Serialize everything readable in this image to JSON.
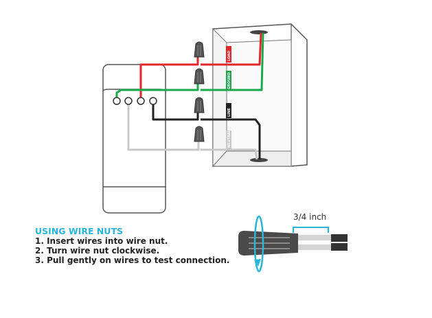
{
  "wire_labels": {
    "load": "LOAD",
    "ground": "GROUND",
    "line": "LINE",
    "neutral": "NEUTRAL"
  },
  "measurement_label": "3/4 inch",
  "instructions": {
    "title": "USING WIRE NUTS",
    "steps": [
      "1. Insert wires into wire nut.",
      "2. Turn wire nut clockwise.",
      "3. Pull gently on wires to test connection."
    ]
  },
  "colors": {
    "red_wire": "#e3262b",
    "green_wire": "#1ba84a",
    "black_wire": "#222222",
    "gray_wire": "#c8c8c8",
    "accent": "#29b6d8"
  }
}
